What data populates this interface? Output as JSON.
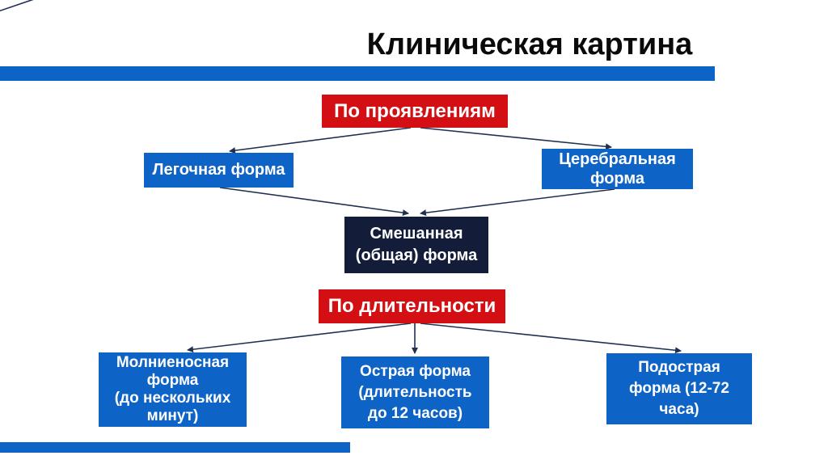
{
  "title": "Клиническая картина",
  "colors": {
    "blue": "#0e63c6",
    "red": "#d30f13",
    "navy": "#131d3a",
    "arrow": "#203050",
    "title_text": "#0a0a0a"
  },
  "diagram": {
    "byManifestation": {
      "header": "По проявлениям",
      "pulmonary": {
        "lines": [
          "Легочная форма"
        ]
      },
      "cerebral": {
        "lines": [
          "Церебральная",
          "форма"
        ]
      },
      "mixed": {
        "lines": [
          "Смешанная",
          "(общая) форма"
        ]
      }
    },
    "byDuration": {
      "header": "По длительности",
      "fulminant": {
        "lines": [
          "Молниеносная",
          "форма",
          "(до нескольких",
          "минут)"
        ]
      },
      "acute": {
        "lines": [
          "Острая форма",
          "(длительность",
          "до 12 часов)"
        ]
      },
      "subacute": {
        "lines": [
          "Подострая",
          "форма (12-72",
          "часа)"
        ]
      }
    }
  }
}
